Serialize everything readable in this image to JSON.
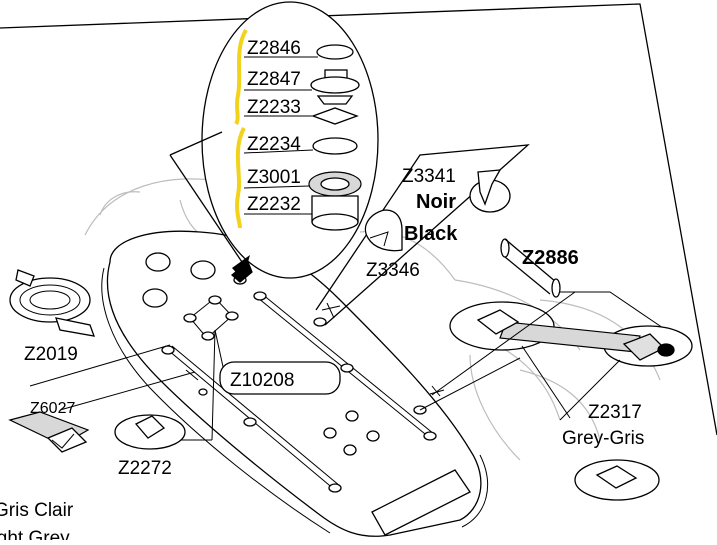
{
  "labels": {
    "z2846": "Z2846",
    "z2847": "Z2847",
    "z2233": "Z2233",
    "z2234": "Z2234",
    "z3001": "Z3001",
    "z2232": "Z2232",
    "z3341": "Z3341",
    "noir": "Noir",
    "black": "Black",
    "z3346": "Z3346",
    "z2886": "Z2886",
    "z2019": "Z2019",
    "z10208": "Z10208",
    "z6027": "Z6027",
    "z2272": "Z2272",
    "z2317": "Z2317",
    "grey_gris": "Grey-Gris",
    "gris_clair": "Gris Clair",
    "light_grey": "Light Grey"
  },
  "colors": {
    "bracket": "#f2d21b",
    "line": "#000000",
    "ghost": "#bdbdbd",
    "fill_grey": "#d8d8d8"
  }
}
